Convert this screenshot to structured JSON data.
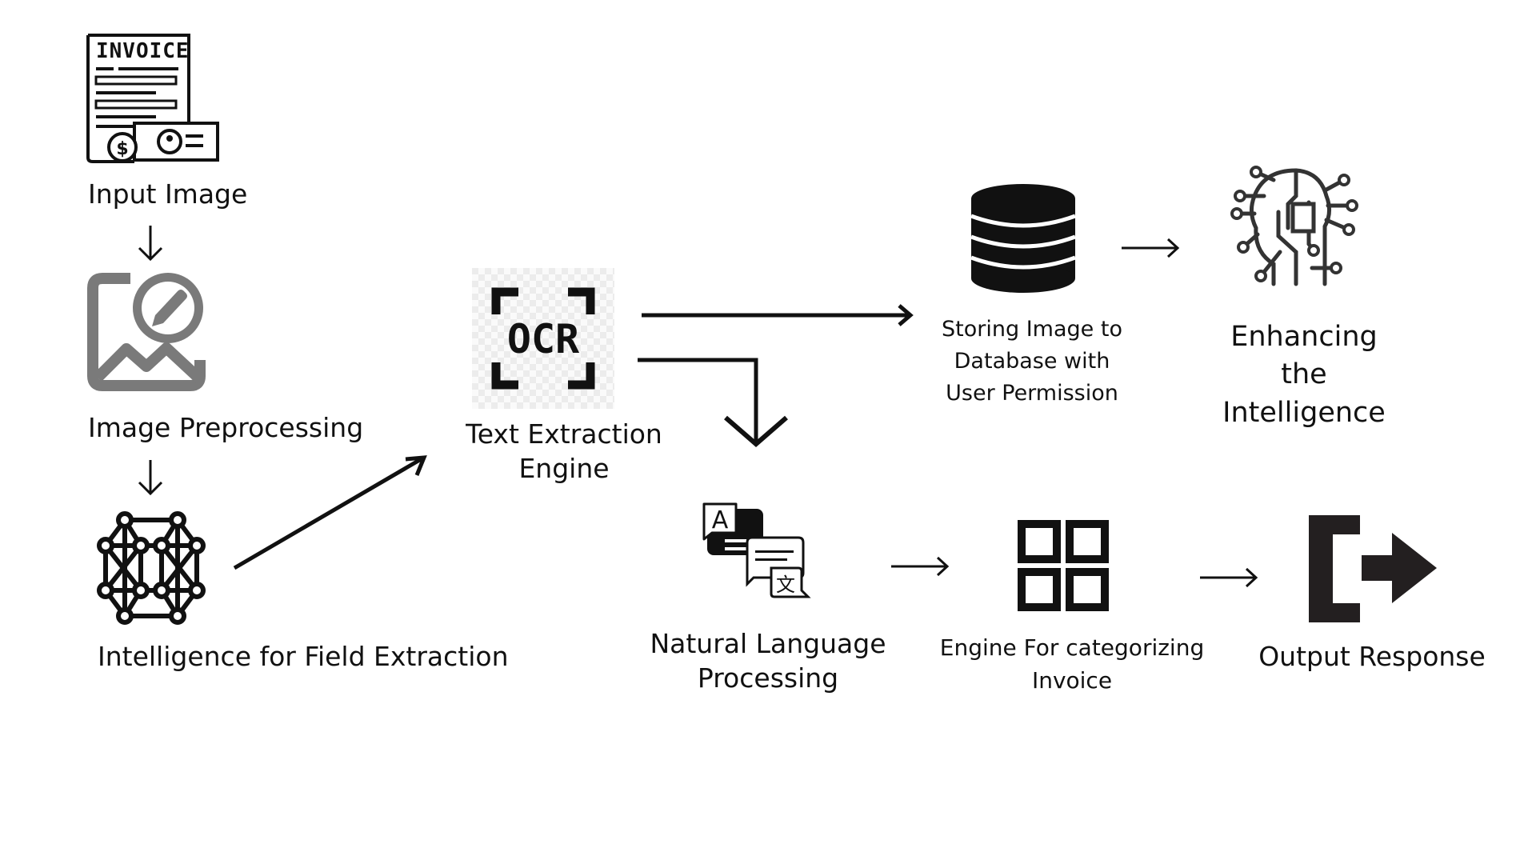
{
  "diagram": {
    "nodes": {
      "input_image": {
        "label": "Input Image",
        "icon": "invoice-icon",
        "icon_text": "INVOICE"
      },
      "preprocessing": {
        "label": "Image Preprocessing",
        "icon": "image-edit-icon"
      },
      "field_extraction": {
        "label": "Intelligence for Field Extraction",
        "icon": "neural-network-icon"
      },
      "text_extraction": {
        "label_line1": "Text Extraction",
        "label_line2": "Engine",
        "icon": "ocr-icon",
        "icon_text": "OCR"
      },
      "storage": {
        "label_line1": "Storing Image to",
        "label_line2": "Database with",
        "label_line3": "User Permission",
        "icon": "database-icon"
      },
      "enhancing": {
        "label_line1": "Enhancing",
        "label_line2": "the",
        "label_line3": "Intelligence",
        "icon": "ai-brain-icon"
      },
      "nlp": {
        "label_line1": "Natural Language",
        "label_line2": "Processing",
        "icon": "translate-icon",
        "icon_text_a": "A",
        "icon_text_b": "文"
      },
      "categorizing": {
        "label_line1": "Engine For categorizing",
        "label_line2": "Invoice",
        "icon": "grid-icon"
      },
      "output": {
        "label": "Output Response",
        "icon": "exit-icon"
      }
    }
  }
}
